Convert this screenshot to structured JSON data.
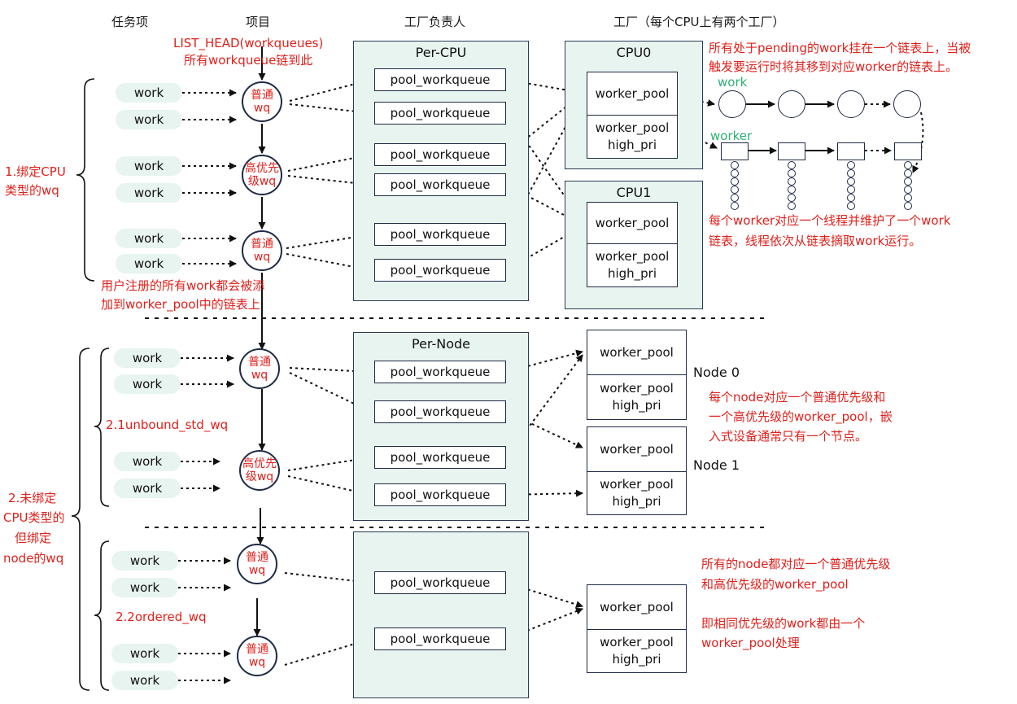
{
  "headers": {
    "task": "任务项",
    "item": "项目",
    "factory_owner": "工厂负责人",
    "factory": "工厂（每个CPU上有两个工厂）"
  },
  "list_head": {
    "line1": "LIST_HEAD(workqueues)",
    "line2": "所有workqueue链到此"
  },
  "work_label": "work",
  "wq_normal": {
    "line1": "普通",
    "line2": "wq"
  },
  "wq_high": {
    "line1": "高优先",
    "line2": "级wq"
  },
  "pool_workqueue_label": "pool_workqueue",
  "worker_pool_label": "worker_pool",
  "worker_pool_high": {
    "line1": "worker_pool",
    "line2": "high_pri"
  },
  "panels": {
    "per_cpu": "Per-CPU",
    "per_node": "Per-Node",
    "cpu0": "CPU0",
    "cpu1": "CPU1"
  },
  "nodes": {
    "node0": "Node 0",
    "node1": "Node 1"
  },
  "sections": {
    "bound": {
      "line1": "1.绑定CPU",
      "line2": "类型的wq"
    },
    "unbound": {
      "line1": "2.未绑定",
      "line2": "CPU类型的",
      "line3": "但绑定",
      "line4": "node的wq"
    },
    "std": "2.1unbound_std_wq",
    "ordered": "2.2ordered_wq"
  },
  "notes": {
    "user_work": {
      "line1": "用户注册的所有work都会被添",
      "line2": "加到worker_pool中的链表上"
    },
    "pending": {
      "line1": "所有处于pending的work挂在一个链表上，当被",
      "line2": "触发要运行时将其移到对应worker的链表上。"
    },
    "worker_thread": {
      "line1": "每个worker对应一个线程并维护了一个work",
      "line2": "链表，线程依次从链表摘取work运行。"
    },
    "node_pool": {
      "line1": "每个node对应一个普通优先级和",
      "line2": "一个高优先级的worker_pool，嵌",
      "line3": "入式设备通常只有一个节点。"
    },
    "all_nodes": {
      "line1": "所有的node都对应一个普通优先级",
      "line2": "和高优先级的worker_pool"
    },
    "same_priority": {
      "line1": "即相同优先级的work都由一个",
      "line2": "worker_pool处理"
    }
  },
  "list_labels": {
    "work": "work",
    "worker": "worker"
  },
  "colors": {
    "annotation": "#e0201b",
    "list_label": "#2bb074",
    "panel_fill": "#e8f4ef",
    "stroke": "#1f2a44"
  }
}
